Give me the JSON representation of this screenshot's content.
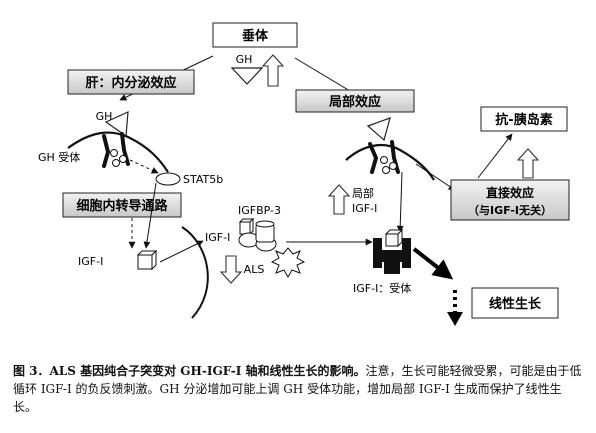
{
  "diagram": {
    "pituitary": "垂体",
    "gh_top": "GH",
    "liver_endocrine": "肝：内分泌效应",
    "local_effect": "局部效应",
    "anti_insulin": "抗-胰岛素",
    "gh_left": "GH",
    "gh_receptor": "GH 受体",
    "stat5b": "STAT5b",
    "intracellular_signal": "细胞内转导通路",
    "igf1_left": "IGF-I",
    "igf1_mid": "IGF-I",
    "igfbp3": "IGFBP-3",
    "als": "ALS",
    "local_igf1_line1": "局部",
    "local_igf1_line2": "IGF-I",
    "direct_effect_line1": "直接效应",
    "direct_effect_line2": "（与IGF-I无关）",
    "igf1_receptor": "IGF-I：受体",
    "linear_growth": "线性生长"
  },
  "caption": {
    "fig": "图 3．",
    "title": "ALS 基因纯合子突变对 GH-IGF-I 轴和线性生长的影响。",
    "body": "注意，生长可能轻微受累，可能是由于低循环 IGF-I 的负反馈刺激。GH 分泌增加可能上调 GH 受体功能，增加局部 IGF-I 生成而保护了线性生长。"
  }
}
